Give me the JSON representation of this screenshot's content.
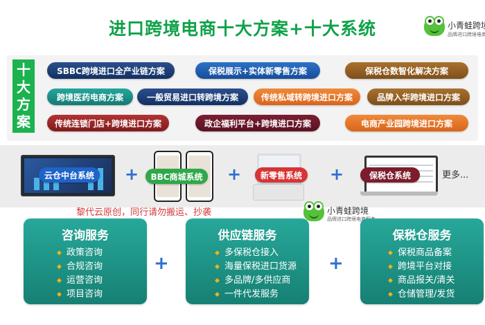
{
  "title": "进口跨境电商十大方案+十大系统",
  "brand": {
    "name": "小青蛙跨境",
    "tagline": "品牌进口跨境电商服务"
  },
  "plans": {
    "label": [
      "十",
      "大",
      "方",
      "案"
    ],
    "items": [
      {
        "label": "SBBC跨境进口全产业链方案",
        "color": "navy"
      },
      {
        "label": "保税展示+实体新零售方案",
        "color": "blue"
      },
      {
        "label": "保税仓数智化解决方案",
        "color": "brown"
      },
      {
        "label": "跨境医药电商方案",
        "color": "teal"
      },
      {
        "label": "一般贸易进口转跨境方案",
        "color": "navy"
      },
      {
        "label": "传统私域转跨境进口方案",
        "color": "orange"
      },
      {
        "label": "品牌入华跨境进口方案",
        "color": "brown"
      },
      {
        "label": "传统连锁门店+跨境进口方案",
        "color": "red"
      },
      {
        "label": "政企福利平台+跨境进口方案",
        "color": "maroon"
      },
      {
        "label": "电商产业园跨境进口方案",
        "color": "orange"
      }
    ]
  },
  "systems": {
    "items": [
      {
        "label": "云仓中台系统",
        "color": "blue"
      },
      {
        "label": "BBC商城系统",
        "color": "green"
      },
      {
        "label": "新零售系统",
        "color": "red"
      },
      {
        "label": "保税仓系统",
        "color": "maroon"
      }
    ],
    "plus": "+",
    "more": "更多..."
  },
  "watermark": "黎代云原创，同行请勿搬运、抄袭",
  "services": [
    {
      "title": "咨询服务",
      "items": [
        "政策咨询",
        "合规咨询",
        "运营咨询",
        "项目咨询"
      ]
    },
    {
      "title": "供应链服务",
      "items": [
        "多保税仓接入",
        "海量保税进口货源",
        "多品牌/多供应商",
        "一件代发服务"
      ]
    },
    {
      "title": "保税仓服务",
      "items": [
        "保税商品备案",
        "跨境平台对接",
        "商品报关/清关",
        "仓储管理/发货"
      ]
    }
  ],
  "colors": {
    "title": "#10a24a",
    "plans_label_bg": "#1bb24f",
    "service_bg": "#1f9a8b",
    "plus": "#2e6fcf",
    "watermark": "#d23a3a",
    "bullet": "#f2b21a"
  }
}
